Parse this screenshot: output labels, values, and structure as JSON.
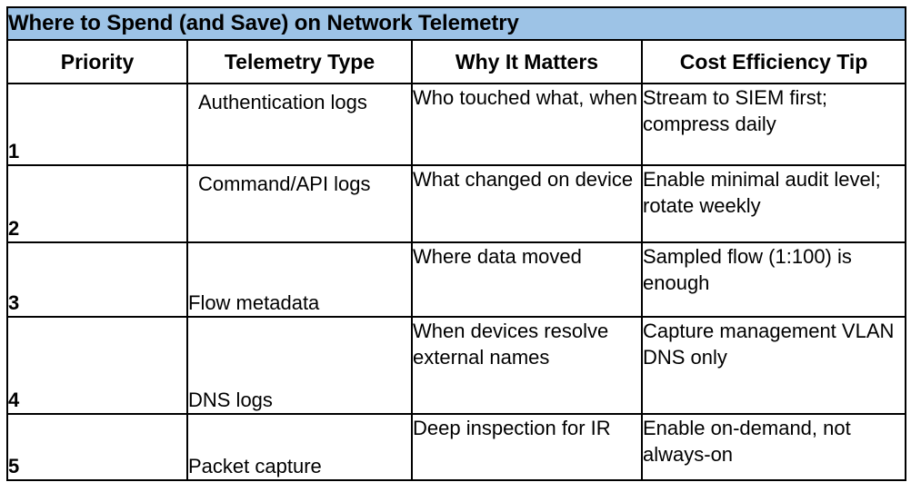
{
  "table": {
    "title": "Where to Spend (and Save) on Network Telemetry",
    "title_background": "#9dc3e6",
    "border_color": "#000000",
    "columns": [
      {
        "key": "priority",
        "label": "Priority"
      },
      {
        "key": "type",
        "label": "Telemetry Type"
      },
      {
        "key": "why",
        "label": "Why It Matters"
      },
      {
        "key": "tip",
        "label": "Cost Efficiency Tip"
      }
    ],
    "rows": [
      {
        "priority": "1",
        "type": "Authentication logs",
        "why": "Who touched what, when",
        "tip": "Stream to SIEM first; compress daily"
      },
      {
        "priority": "2",
        "type": "Command/API logs",
        "why": "What changed on device",
        "tip": "Enable minimal audit level; rotate weekly"
      },
      {
        "priority": "3",
        "type": "Flow metadata",
        "why": "Where data moved",
        "tip": "Sampled flow (1:100) is enough"
      },
      {
        "priority": "4",
        "type": "DNS logs",
        "why": "When devices resolve external names",
        "tip": "Capture management VLAN DNS only"
      },
      {
        "priority": "5",
        "type": "Packet capture",
        "why": "Deep inspection for IR",
        "tip": "Enable on-demand, not always-on"
      }
    ]
  }
}
